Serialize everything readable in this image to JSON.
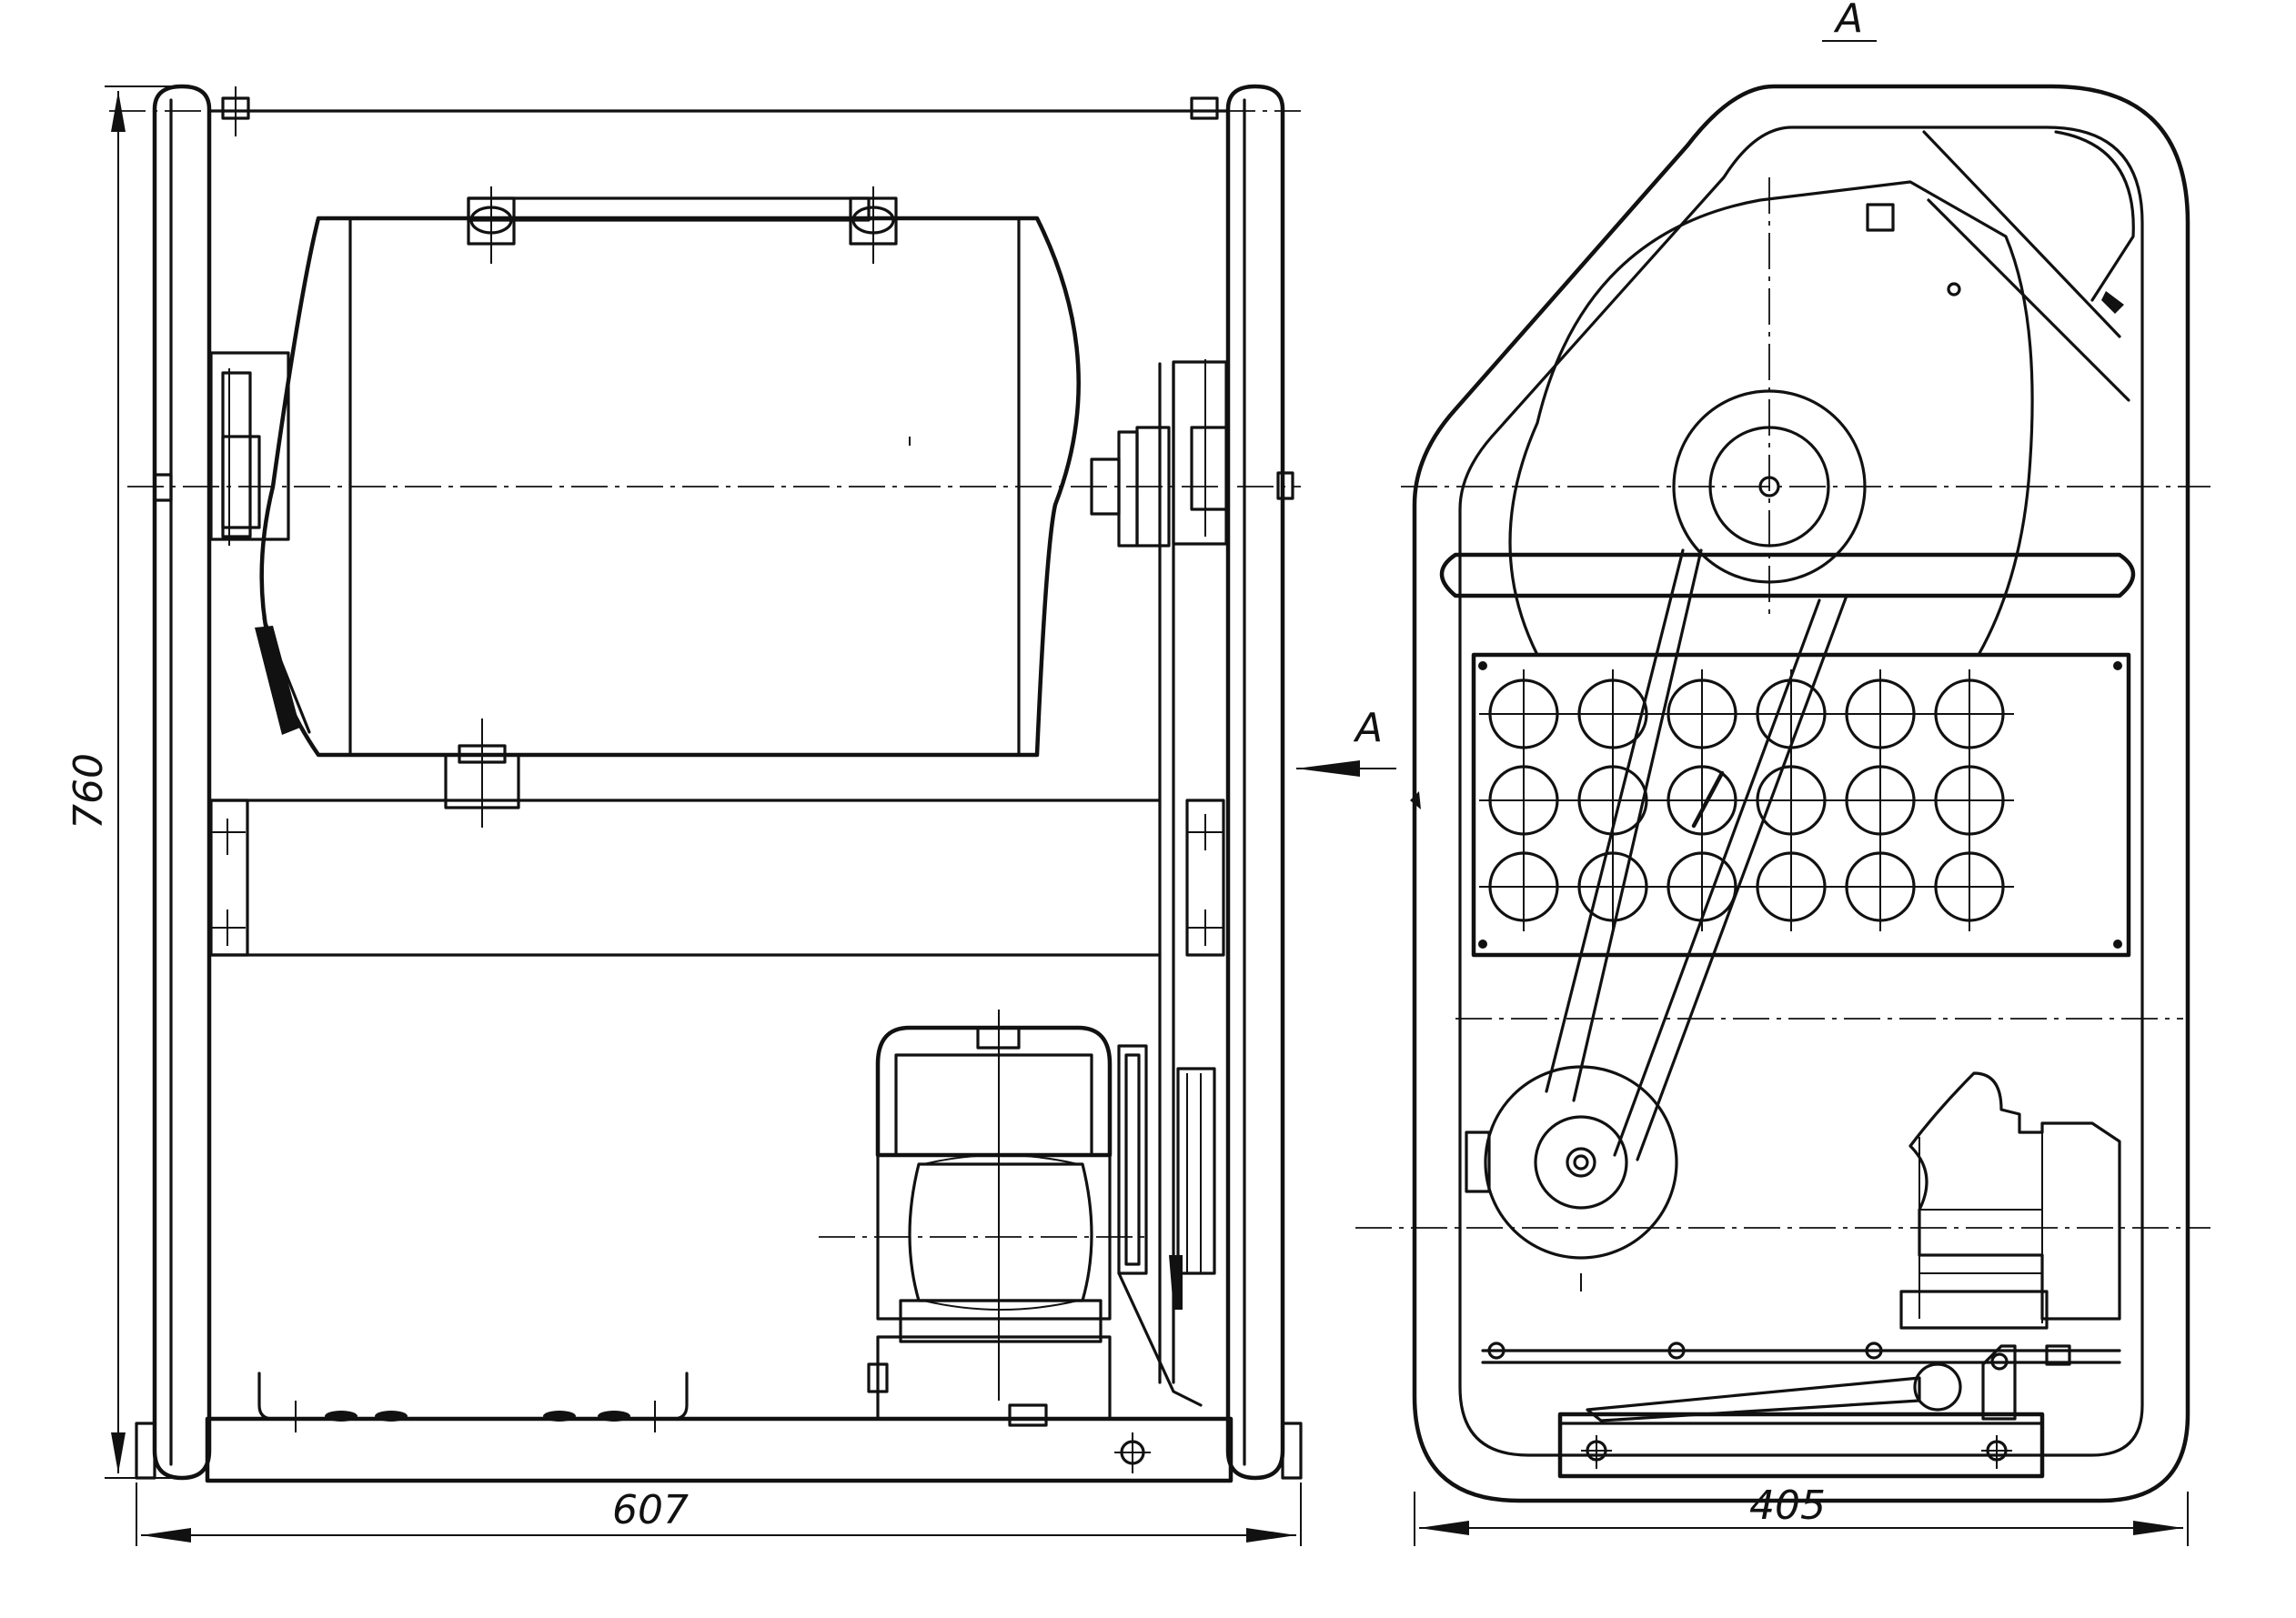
{
  "drawing": {
    "front_view": {
      "height_dimension": "760",
      "width_dimension": "607",
      "view_arrow_label": "A"
    },
    "side_view": {
      "title": "A",
      "width_dimension": "405",
      "hole_grid": {
        "rows": 3,
        "columns": 6
      }
    }
  }
}
